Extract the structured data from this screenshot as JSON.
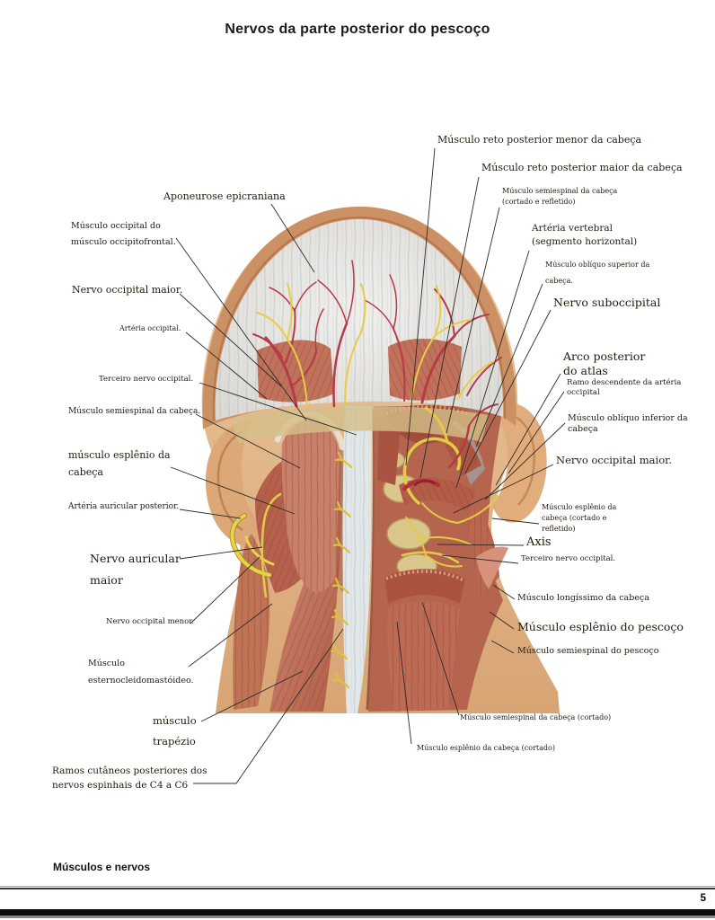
{
  "page": {
    "title": "Nervos da parte posterior do pescoço",
    "footer_section": "Músculos e nervos",
    "page_number": "5"
  },
  "palette": {
    "nerve_yellow": "#e8d34a",
    "artery_red": "#b5394a",
    "muscle_red": "#bd6b54",
    "bone_tan": "#dbc68b",
    "skin_tan": "#e2b182",
    "galea_gray": "#e2e7e8",
    "scalp_edge": "#cb9164",
    "leader_line": "#2b2b2b"
  },
  "labels": [
    {
      "text": "Músculo reto posterior menor da cabeça"
    },
    {
      "text": "Músculo reto posterior maior da cabeça"
    },
    {
      "text": "Músculo semiespinal da cabeça\n(cortado e refletido)"
    },
    {
      "text": "Artéria vertebral\n(segmento horizontal)"
    },
    {
      "text": "Músculo oblíquo superior da\ncabeça."
    },
    {
      "text": "Nervo suboccipital"
    },
    {
      "text": "Arco posterior\ndo atlas"
    },
    {
      "text": "Ramo descendente da artéria occipital"
    },
    {
      "text": "Músculo oblíquo inferior da cabeça"
    },
    {
      "text": "Nervo occipital maior."
    },
    {
      "text": "Músculo esplênio da\ncabeça (cortado e\nrefletido)"
    },
    {
      "text": "Axis"
    },
    {
      "text": "Terceiro nervo occipital."
    },
    {
      "text": "Músculo longíssimo da cabeça"
    },
    {
      "text": "Músculo esplênio do pescoço"
    },
    {
      "text": "Músculo semiespinal do pescoço"
    },
    {
      "text": "Músculo semiespinal da cabeça (cortado)"
    },
    {
      "text": "Músculo esplênio da cabeça (cortado)"
    },
    {
      "text": "Aponeurose epicraniana"
    },
    {
      "text": "Músculo occipital do\nmúsculo occipitofrontal."
    },
    {
      "text": "Nervo occipital maior."
    },
    {
      "text": "Artéria occipital."
    },
    {
      "text": "Terceiro nervo occipital."
    },
    {
      "text": "Músculo semiespinal da cabeça."
    },
    {
      "text": "músculo esplênio da\ncabeça"
    },
    {
      "text": "Artéria auricular posterior."
    },
    {
      "text": "Nervo auricular\nmaior"
    },
    {
      "text": "Nervo occipital menor."
    },
    {
      "text": "Músculo\nesternocleidomastóideo."
    },
    {
      "text": "músculo\ntrapézio"
    },
    {
      "text": "Ramos cutâneos posteriores dos\nnervos espinhais de C4 a C6"
    }
  ]
}
